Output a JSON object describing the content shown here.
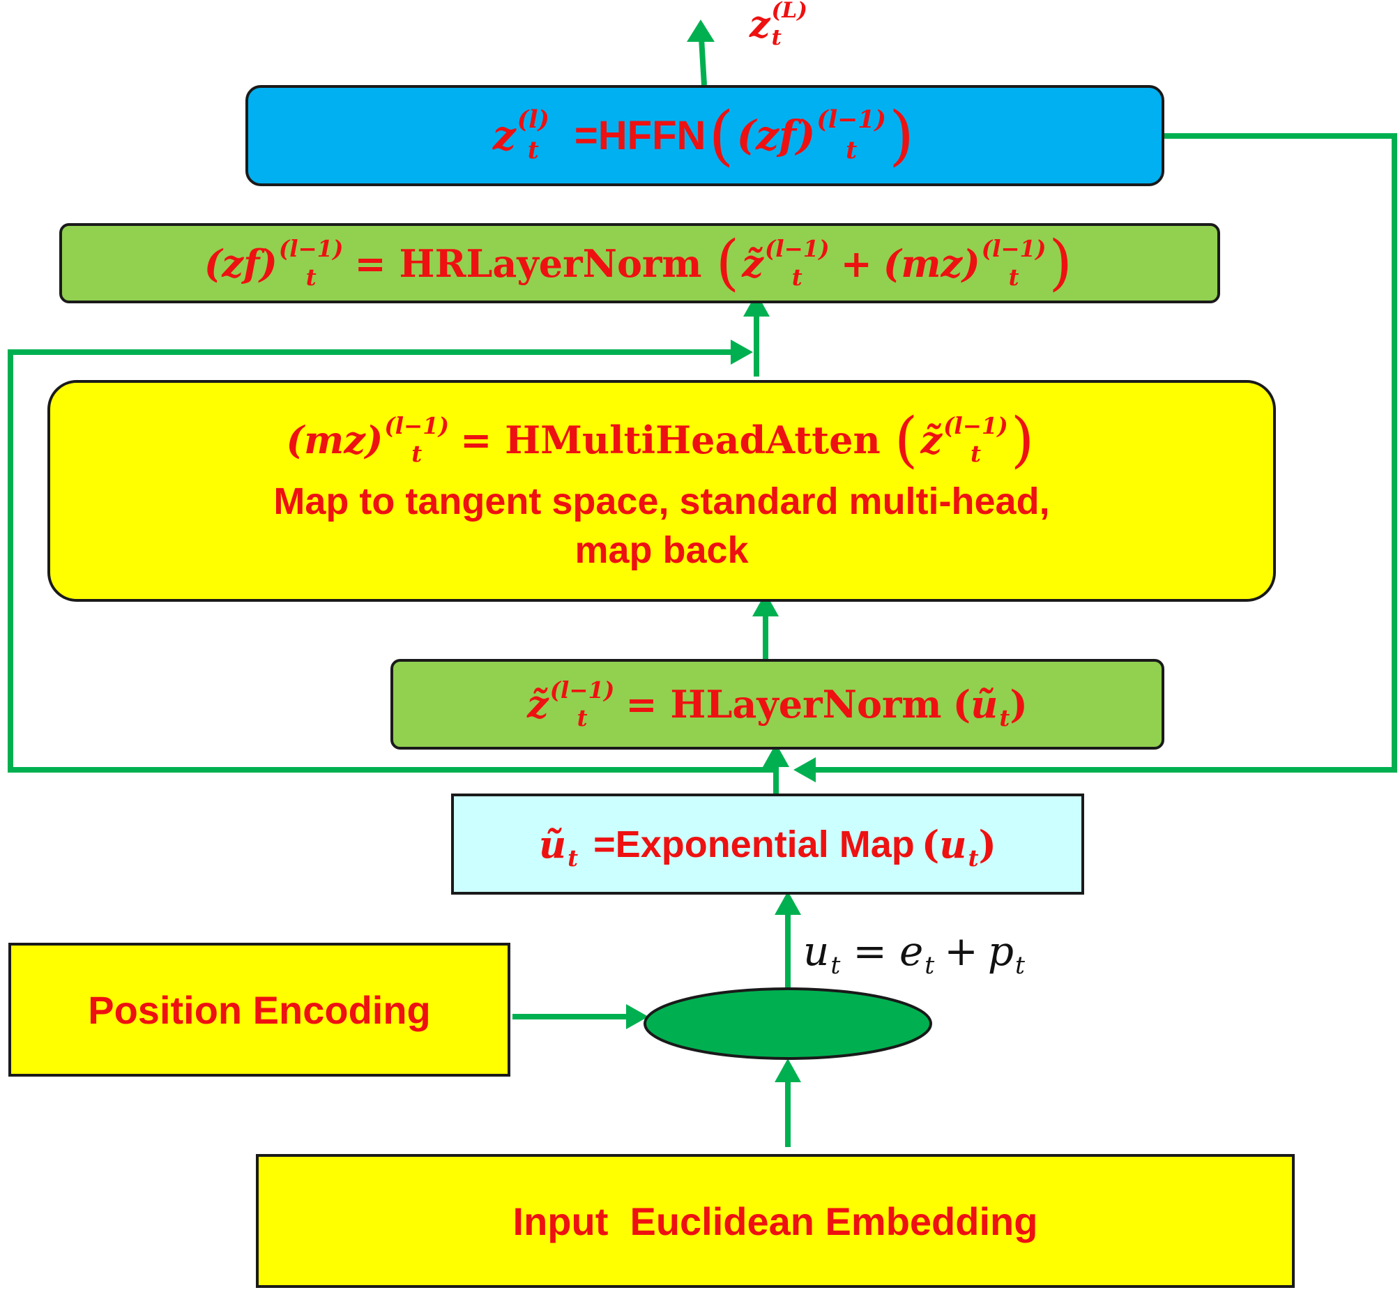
{
  "output_label": {
    "var": "z",
    "sup": "(L)",
    "sub": "t"
  },
  "hffn": {
    "lhs": "z",
    "lhs_sup": "(l)",
    "lhs_sub": "t",
    "eq": "=HFFN",
    "arg": "(zf)",
    "arg_sup": "(l−1)",
    "arg_sub": "t"
  },
  "hrlayernorm": {
    "lhs": "(zf)",
    "lhs_sup": "(l−1)",
    "lhs_sub": "t",
    "eq": "= HRLayerNorm",
    "a": "z̃",
    "a_sup": "(l−1)",
    "a_sub": "t",
    "plus": "+",
    "b": "(mz)",
    "b_sup": "(l−1)",
    "b_sub": "t"
  },
  "mha": {
    "lhs": "(mz)",
    "lhs_sup": "(l−1)",
    "lhs_sub": "t",
    "eq": "= HMultiHeadAtten",
    "a": "z̃",
    "a_sup": "(l−1)",
    "a_sub": "t",
    "desc_line1": "Map to tangent space, standard multi-head,",
    "desc_line2": "map back"
  },
  "hlayernorm": {
    "lhs": "z̃",
    "lhs_sup": "(l−1)",
    "lhs_sub": "t",
    "eq": "= HLayerNorm",
    "arg": "ũ",
    "arg_sub": "t"
  },
  "expmap": {
    "lhs": "ũ",
    "lhs_sub": "t",
    "eq": "=Exponential Map",
    "arg": "u",
    "arg_sub": "t"
  },
  "sum_label": {
    "u": "u",
    "u_sub": "t",
    "eq": "=",
    "e": "e",
    "e_sub": "t",
    "plus": "+",
    "p": "p",
    "p_sub": "t"
  },
  "position_encoding": "Position Encoding",
  "input_embedding": "Input  Euclidean Embedding",
  "colors": {
    "arrow": "#00b050",
    "text": "#ee1111",
    "blue": "#00b0f0",
    "green": "#92d050",
    "yellow": "#ffff00",
    "lightcyan": "#ccffff",
    "ellipse": "#00b050"
  }
}
